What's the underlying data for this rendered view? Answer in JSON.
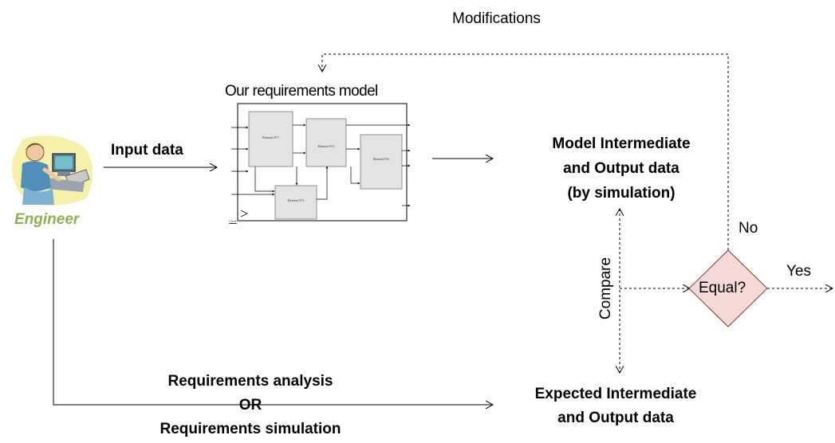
{
  "labels": {
    "modifications": "Modifications",
    "model_title": "Our requirements model",
    "input_data": "Input data",
    "engineer": "Engineer",
    "model_output_line1": "Model Intermediate",
    "model_output_line2": "and Output data",
    "model_output_line3": "(by simulation)",
    "no": "No",
    "yes": "Yes",
    "equal": "Equal?",
    "compare": "Compare",
    "req_analysis": "Requirements analysis",
    "or": "OR",
    "req_simulation": "Requirements simulation",
    "expected_line1": "Expected Intermediate",
    "expected_line2": "and Output data"
  },
  "model_blocks": [
    {
      "label": "Element N°1"
    },
    {
      "label": "Element N°2"
    },
    {
      "label": "Element N°3"
    },
    {
      "label": "Element N°n"
    }
  ],
  "clock_label": "Clock",
  "colors": {
    "decision_fill": "#f4d9d6",
    "decision_stroke": "#7a3e3a",
    "engineer_label": "#8fb04a",
    "block_fill": "#e3e3e3"
  },
  "icons": {
    "engineer": "engineer-at-computer-icon"
  }
}
